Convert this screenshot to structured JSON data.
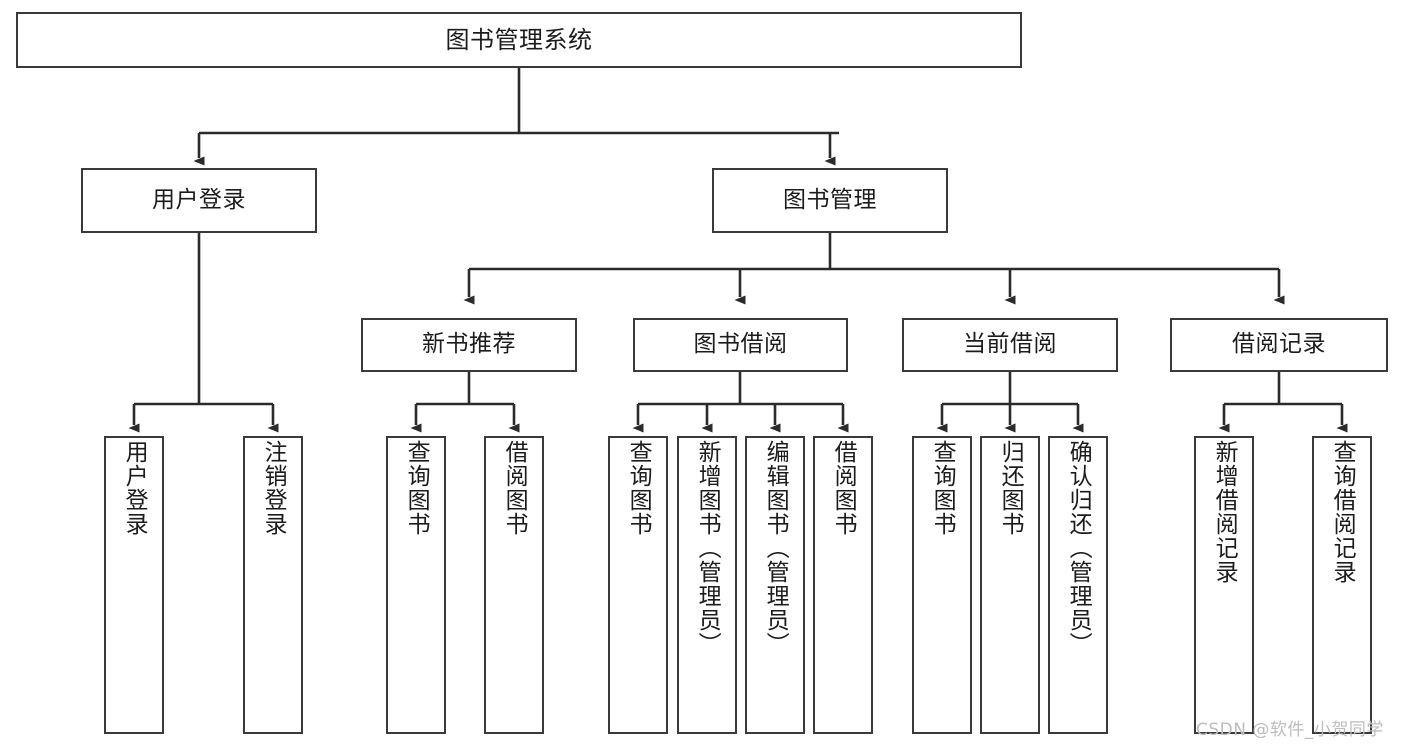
{
  "diagram": {
    "title": "图书管理系统",
    "type": "tree",
    "watermark": "CSDN @软件_小贺同学",
    "colors": {
      "background": "#ffffff",
      "box_border": "#3a3a3a",
      "box_fill": "#ffffff",
      "text": "#1c1c1c",
      "edge": "#2b2b2b",
      "watermark": "#bdbdbd"
    },
    "nodes": {
      "root": {
        "label": "图书管理系统"
      },
      "level2": [
        {
          "label": "用户登录"
        },
        {
          "label": "图书管理"
        }
      ],
      "level3": [
        {
          "label": "新书推荐"
        },
        {
          "label": "图书借阅"
        },
        {
          "label": "当前借阅"
        },
        {
          "label": "借阅记录"
        }
      ],
      "leaves": {
        "user_login": [
          {
            "label": "用户登录"
          },
          {
            "label": "注销登录"
          }
        ],
        "new_book_recommend": [
          {
            "label": "查询图书"
          },
          {
            "label": "借阅图书"
          }
        ],
        "book_borrow": [
          {
            "label": "查询图书"
          },
          {
            "label": "新增图书（管理员）"
          },
          {
            "label": "编辑图书（管理员）"
          },
          {
            "label": "借阅图书"
          }
        ],
        "current_borrow": [
          {
            "label": "查询图书"
          },
          {
            "label": "归还图书"
          },
          {
            "label": "确认归还（管理员）"
          }
        ],
        "borrow_record": [
          {
            "label": "新增借阅记录"
          },
          {
            "label": "查询借阅记录"
          }
        ]
      }
    }
  }
}
